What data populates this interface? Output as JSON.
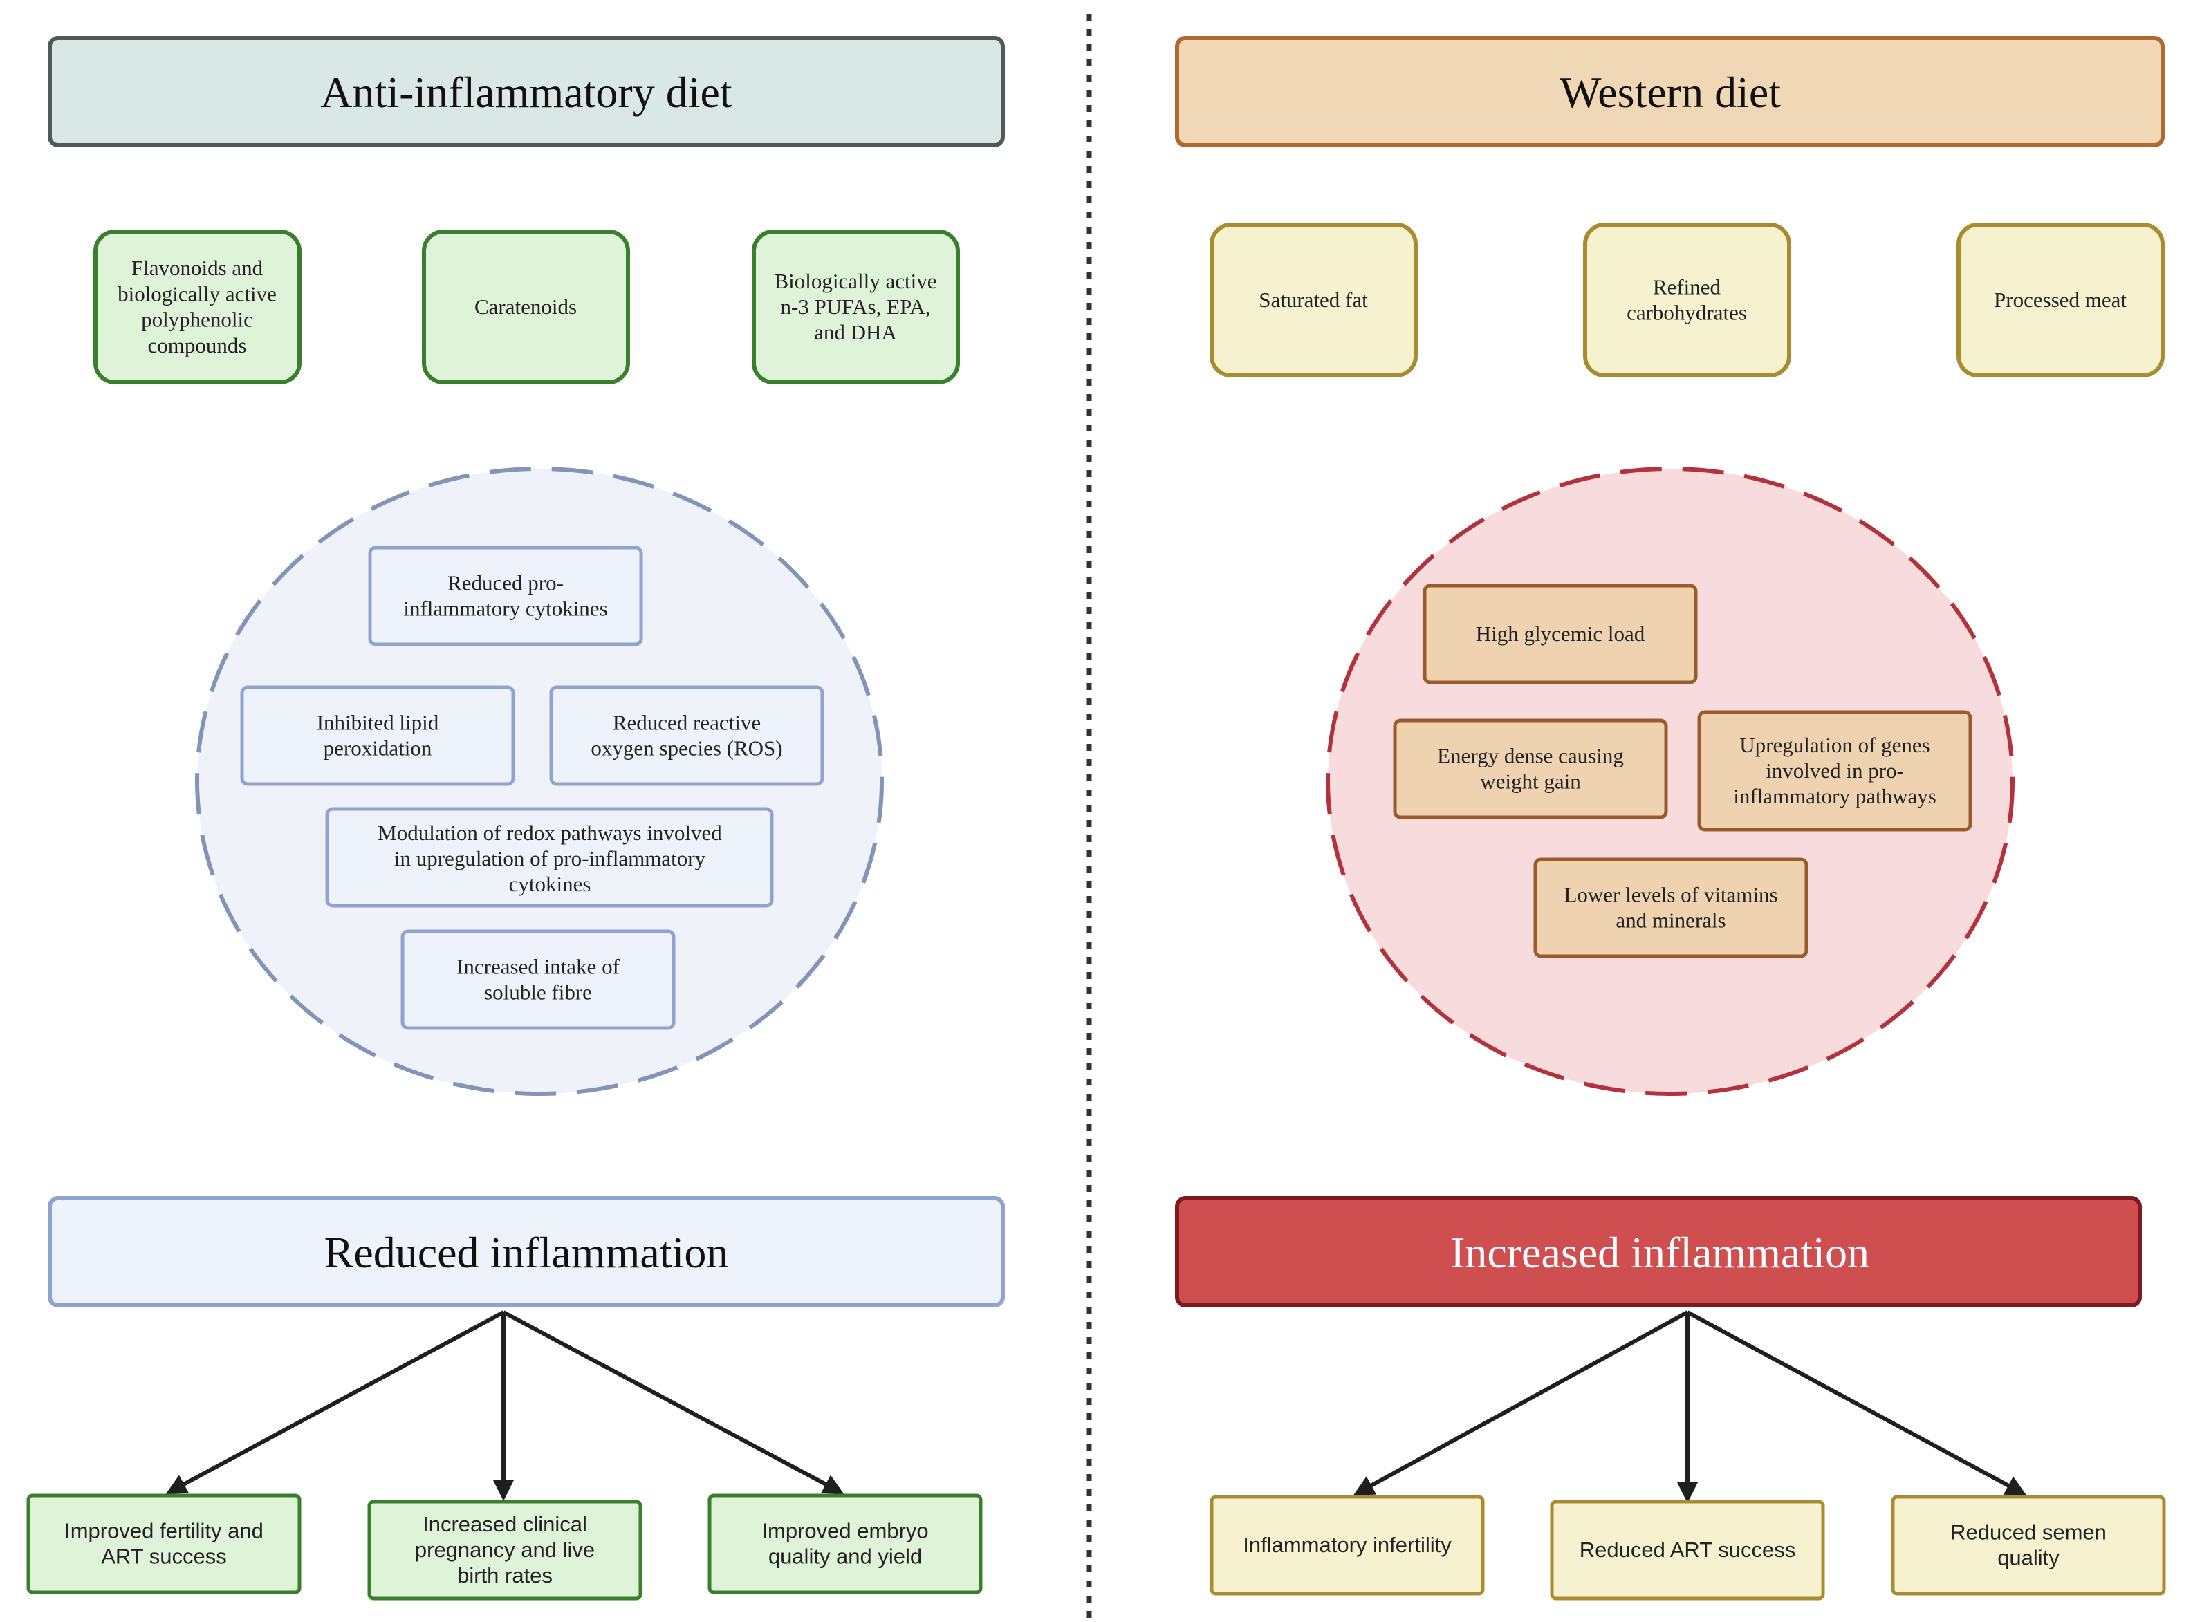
{
  "colors": {
    "anti_header_fill": "#d9e8e4",
    "anti_header_stroke": "#4d5a58",
    "western_header_fill": "#f0d8b6",
    "western_header_stroke": "#b06a30",
    "green_fill": "#dff3d9",
    "green_stroke": "#3a7f2c",
    "cream_fill": "#f6f2d0",
    "cream_stroke": "#a88c2f",
    "blue_fill": "#eef3fb",
    "blue_stroke": "#8ea3cf",
    "blue_circle_fill": "#eff3f9",
    "blue_circle_stroke": "#8394b9",
    "tan_fill": "#efd3b0",
    "tan_stroke": "#9a5a2c",
    "pink_circle_fill": "#f8dcdd",
    "pink_circle_stroke": "#b3323b",
    "red_fill": "#cf4e4f",
    "red_stroke": "#7d1b1e",
    "divider": "#333333",
    "arrow": "#1f1f1f"
  },
  "left": {
    "title": "Anti-inflammatory diet",
    "foods": [
      [
        "Flavonoids and",
        "biologically active",
        "polyphenolic",
        "compounds"
      ],
      [
        "Caratenoids"
      ],
      [
        "Biologically active",
        "n-3 PUFAs, EPA,",
        "and DHA"
      ]
    ],
    "mechanisms": [
      [
        "Reduced pro-",
        "inflammatory cytokines"
      ],
      [
        "Inhibited lipid",
        "peroxidation"
      ],
      [
        "Reduced reactive",
        "oxygen species (ROS)"
      ],
      [
        "Modulation of redox pathways involved",
        "in upregulation of pro-inflammatory",
        "cytokines"
      ],
      [
        "Increased intake of",
        "soluble fibre"
      ]
    ],
    "outcome": "Reduced inflammation",
    "results": [
      [
        "Improved fertility and",
        "ART success"
      ],
      [
        "Increased clinical",
        "pregnancy and live",
        "birth rates"
      ],
      [
        "Improved embryo",
        "quality and yield"
      ]
    ]
  },
  "right": {
    "title": "Western diet",
    "foods": [
      [
        "Saturated fat"
      ],
      [
        "Refined",
        "carbohydrates"
      ],
      [
        "Processed meat"
      ]
    ],
    "mechanisms": [
      [
        "High glycemic load"
      ],
      [
        "Energy dense causing",
        "weight gain"
      ],
      [
        "Upregulation of genes",
        "involved in pro-",
        "inflammatory pathways"
      ],
      [
        "Lower levels of vitamins",
        "and minerals"
      ]
    ],
    "outcome": "Increased inflammation",
    "results": [
      [
        "Inflammatory infertility"
      ],
      [
        "Reduced ART  success"
      ],
      [
        "Reduced semen",
        "quality"
      ]
    ]
  }
}
